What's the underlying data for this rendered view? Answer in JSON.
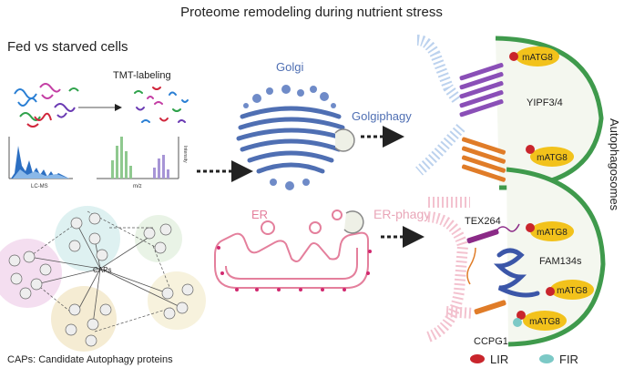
{
  "title": "Proteome remodeling during nutrient stress",
  "left_panel": {
    "heading": "Fed vs starved cells",
    "tmt_label": "TMT-labeling",
    "lcms_label": "LC-MS",
    "mz_label": "m/z",
    "intensity_label": "Intensity",
    "network_center": "CAPs",
    "caption": "CAPs: Candidate Autophagy proteins"
  },
  "organelles": {
    "golgi": "Golgi",
    "golgiphagy": "Golgiphagy",
    "er": "ER",
    "er_phagy": "ER-phagy"
  },
  "receptors": {
    "yipf": "YIPF3/4",
    "tex264": "TEX264",
    "fam134": "FAM134s",
    "ccpg1": "CCPG1",
    "matg8": "mATG8"
  },
  "side_label": "Autophagosomes",
  "legend": {
    "lir": "LIR",
    "fir": "FIR"
  },
  "colors": {
    "golgi_blue": "#4f6fb3",
    "er_pink": "#e47f9c",
    "autophagosome_green": "#3f9a4c",
    "matg8_yellow": "#f2c21b",
    "lir_red": "#c9252c",
    "fir_teal": "#7cc9c6"
  }
}
